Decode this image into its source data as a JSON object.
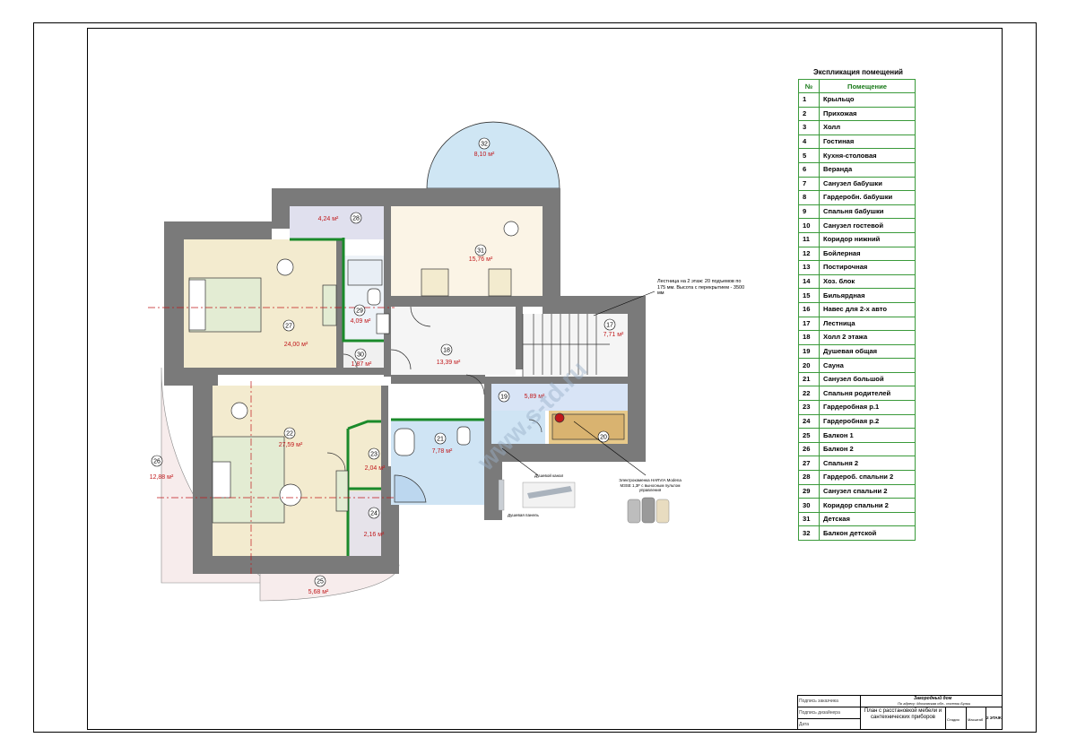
{
  "legend": {
    "title": "Экспликация помещений",
    "header_num": "№",
    "header_room": "Помещение",
    "rows": [
      {
        "n": "1",
        "name": "Крыльцо"
      },
      {
        "n": "2",
        "name": "Прихожая"
      },
      {
        "n": "3",
        "name": " Холл"
      },
      {
        "n": "4",
        "name": "Гостиная"
      },
      {
        "n": "5",
        "name": "Кухня-столовая"
      },
      {
        "n": "6",
        "name": "Веранда"
      },
      {
        "n": "7",
        "name": "Санузел бабушки"
      },
      {
        "n": "8",
        "name": "Гардеробн. бабушки"
      },
      {
        "n": "9",
        "name": "Спальня бабушки"
      },
      {
        "n": "10",
        "name": "Санузел гостевой"
      },
      {
        "n": "11",
        "name": "Коридор нижний"
      },
      {
        "n": "12",
        "name": "Бойлерная"
      },
      {
        "n": "13",
        "name": "Постирочная"
      },
      {
        "n": "14",
        "name": "Хоз. блок"
      },
      {
        "n": "15",
        "name": "Бильярдная"
      },
      {
        "n": "16",
        "name": "Навес для 2-х авто"
      },
      {
        "n": "17",
        "name": "Лестница"
      },
      {
        "n": "18",
        "name": "Холл 2 этажа"
      },
      {
        "n": "19",
        "name": "Душевая общая"
      },
      {
        "n": "20",
        "name": "Сауна"
      },
      {
        "n": "21",
        "name": "Санузел большой"
      },
      {
        "n": "22",
        "name": "Спальня  родителей"
      },
      {
        "n": "23",
        "name": "Гардеробная  р.1"
      },
      {
        "n": "24",
        "name": "Гардеробная  р.2"
      },
      {
        "n": "25",
        "name": "Балкон 1"
      },
      {
        "n": "26",
        "name": "Балкон 2"
      },
      {
        "n": "27",
        "name": "Спальня  2"
      },
      {
        "n": "28",
        "name": "Гардероб. спальни 2"
      },
      {
        "n": "29",
        "name": "Санузел спальни 2"
      },
      {
        "n": "30",
        "name": "Коридор спальни 2"
      },
      {
        "n": "31",
        "name": "Детская"
      },
      {
        "n": "32",
        "name": "Балкон детской"
      }
    ]
  },
  "rooms": [
    {
      "n": "32",
      "area": "8,10 м²"
    },
    {
      "n": "28",
      "area": "4,24 м²"
    },
    {
      "n": "31",
      "area": "15,76 м²"
    },
    {
      "n": "27",
      "area": "24,00 м²"
    },
    {
      "n": "29",
      "area": "4,09 м²"
    },
    {
      "n": "30",
      "area": "1,87 м²"
    },
    {
      "n": "18",
      "area": "13,39 м²"
    },
    {
      "n": "17",
      "area": "7,71 м²"
    },
    {
      "n": "19",
      "area": "5,89 м²"
    },
    {
      "n": "20",
      "area": ""
    },
    {
      "n": "21",
      "area": "7,78 м²"
    },
    {
      "n": "22",
      "area": "27,59 м²"
    },
    {
      "n": "23",
      "area": "2,04 м²"
    },
    {
      "n": "24",
      "area": "2,16 м²"
    },
    {
      "n": "25",
      "area": "5,68 м²"
    },
    {
      "n": "26",
      "area": "12,88 м²"
    }
  ],
  "annotations": {
    "stairs_note": "Лестница на 2 этаж: 20 подъемов по 175 мм. Высота с перекрытием - 3500 мм",
    "sauna_heater": "Электрокаменка HARVIA Modena M3SE 1,3F с выносным пультом управления",
    "shower_channel": "Душевой канал",
    "shower_panel": "Душевая панель",
    "watermark": "www.s-td.ru"
  },
  "stamp": {
    "project": "Загородный дом",
    "address": "По адресу: Московская обл., поселок Булки",
    "sheet_title": "План с расстановкой мебели и сантехнических приборов",
    "sheet_title_2": "и сантехнических приборов",
    "floor": "2 ЭТАЖ",
    "col_stage": "Стадия",
    "col_scale": "Масштаб",
    "row_1": "Подпись заказчика",
    "row_2": "Подпись дизайнера",
    "row_3": "Дата"
  },
  "colors": {
    "wall": "#7a7a7a",
    "bedroom_floor": "#f3ebcf",
    "wet_floor": "#cfe4f4",
    "closet_floor": "#e0e0ee",
    "balcony": "#f7ecec",
    "legend_border": "#3a9a3a",
    "area_label": "#c0181b",
    "partition": "#1a8a2a"
  }
}
